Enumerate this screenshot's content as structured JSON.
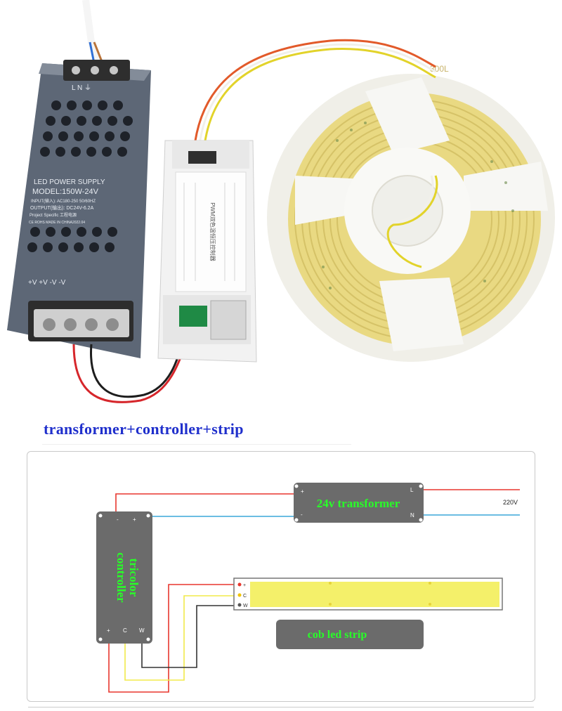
{
  "caption": "transformer+controller+strip",
  "photo": {
    "power_supply": {
      "line1": "LED POWER SUPPLY",
      "line2": "MODEL:150W-24V",
      "line3": "INPUT(输入): AC180-250 50/60HZ",
      "line4": "OUTPUT(输出): DC24V-6.2A",
      "line5": "Project Specific   工程电源",
      "line6": "CE ROHS  MADE IN CHINA2022.04",
      "top_marks": "L  N  ⏚",
      "bottom_marks": "+V +V -V -V"
    },
    "controller_label": "PWM双色温恒压控制器",
    "reel_text": "300L"
  },
  "diagram": {
    "transformer_label": "24v transformer",
    "controller_label_line1": "tricolor",
    "controller_label_line2": "controller",
    "strip_label": "cob led strip",
    "mains_label": "220V",
    "transformer_pins": {
      "plus": "+",
      "minus": "-",
      "l": "L",
      "n": "N"
    },
    "controller_pins": {
      "top_minus": "-",
      "top_plus": "+",
      "bottom_plus": "+",
      "bottom_c": "C",
      "bottom_w": "W"
    },
    "strip_pins": {
      "plus": "+",
      "c": "C",
      "w": "W"
    },
    "colors": {
      "red": "#e8372e",
      "blue": "#3aa7d8",
      "yellow": "#f2ea4a",
      "black": "#333333",
      "box": "#6b6b6b",
      "strip": "#f4f06a",
      "green_text": "#28ff28"
    }
  }
}
